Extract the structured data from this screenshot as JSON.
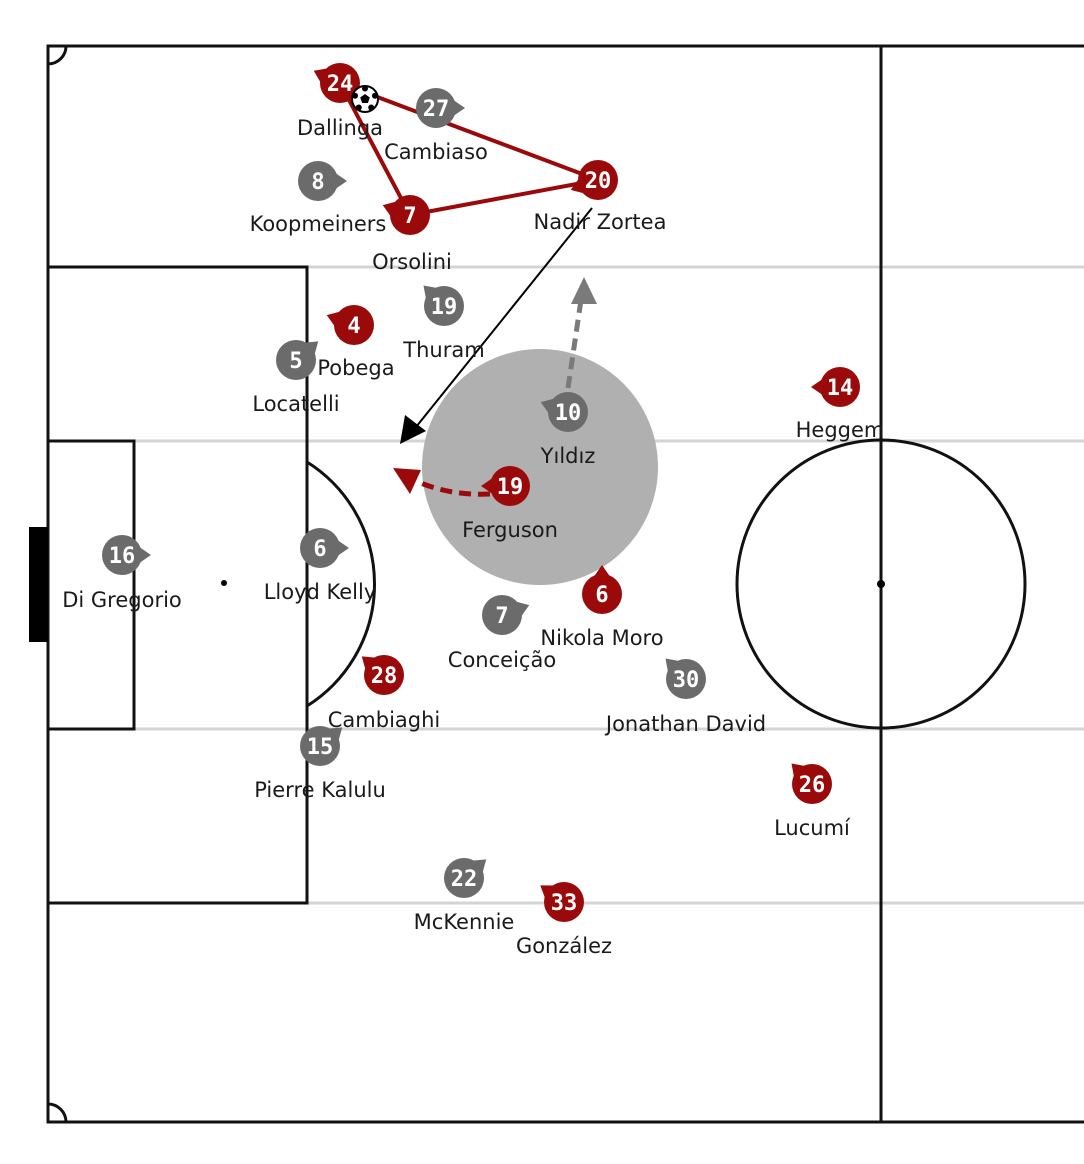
{
  "colors": {
    "team_red": "#9b0a0a",
    "team_grey": "#6b6b6b",
    "pitch_line": "#111111",
    "zone_line": "#d4d4d4",
    "highlight_zone": "#b0b0b0",
    "pass_line": "#9b0a0a",
    "run_arrow_grey": "#7a7a7a"
  },
  "players": [
    {
      "id": "p_dallinga",
      "team": "red",
      "number": "24",
      "name": "Dallinga",
      "has_ball": true
    },
    {
      "id": "p_cambiaso",
      "team": "grey",
      "number": "27",
      "name": "Cambiaso"
    },
    {
      "id": "p_zortea",
      "team": "red",
      "number": "20",
      "name": "Nadir Zortea"
    },
    {
      "id": "p_koopmeiners",
      "team": "grey",
      "number": "8",
      "name": "Koopmeiners"
    },
    {
      "id": "p_orsolini",
      "team": "red",
      "number": "7",
      "name": "Orsolini"
    },
    {
      "id": "p_thuram",
      "team": "grey",
      "number": "19",
      "name": "Thuram"
    },
    {
      "id": "p_pobega",
      "team": "red",
      "number": "4",
      "name": "Pobega"
    },
    {
      "id": "p_locatelli",
      "team": "grey",
      "number": "5",
      "name": "Locatelli"
    },
    {
      "id": "p_yildiz",
      "team": "grey",
      "number": "10",
      "name": "Yıldız"
    },
    {
      "id": "p_heggem",
      "team": "red",
      "number": "14",
      "name": "Heggem"
    },
    {
      "id": "p_ferguson",
      "team": "red",
      "number": "19",
      "name": "Ferguson"
    },
    {
      "id": "p_digregorio",
      "team": "grey",
      "number": "16",
      "name": "Di Gregorio"
    },
    {
      "id": "p_kelly",
      "team": "grey",
      "number": "6",
      "name": "Lloyd Kelly"
    },
    {
      "id": "p_moro",
      "team": "red",
      "number": "6",
      "name": "Nikola Moro"
    },
    {
      "id": "p_conceicao",
      "team": "grey",
      "number": "7",
      "name": "Conceição"
    },
    {
      "id": "p_cambiaghi",
      "team": "red",
      "number": "28",
      "name": "Cambiaghi"
    },
    {
      "id": "p_david",
      "team": "grey",
      "number": "30",
      "name": "Jonathan David"
    },
    {
      "id": "p_kalulu",
      "team": "grey",
      "number": "15",
      "name": "Pierre Kalulu"
    },
    {
      "id": "p_lucumi",
      "team": "red",
      "number": "26",
      "name": "Lucumí"
    },
    {
      "id": "p_mckennie",
      "team": "grey",
      "number": "22",
      "name": "McKennie"
    },
    {
      "id": "p_gonzalez",
      "team": "red",
      "number": "33",
      "name": "González"
    }
  ]
}
